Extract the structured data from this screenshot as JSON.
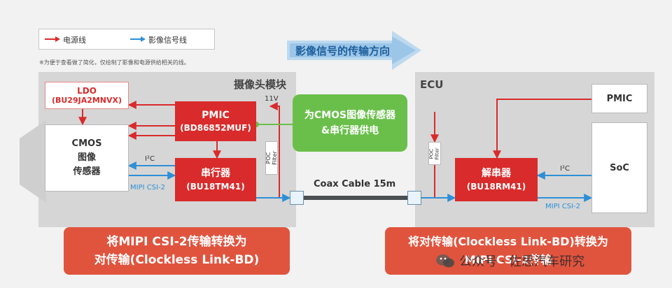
{
  "legend": {
    "power_line": "电源线",
    "video_line": "影像信号线",
    "note": "※为便于查看做了简化，仅绘制了影像和电源供给相关的线。"
  },
  "direction_label": "影像信号的传输方向",
  "camera_module": {
    "title": "摄像头模块",
    "ldo": {
      "name": "LDO",
      "part": "(BU29JA2MNVX)"
    },
    "cmos": {
      "line1": "CMOS",
      "line2": "图像",
      "line3": "传感器"
    },
    "pmic": {
      "name": "PMIC",
      "part": "(BD86852MUF)"
    },
    "serializer": {
      "name": "串行器",
      "part": "(BU18TM41)"
    },
    "voltage": "11V",
    "i2c": "I²C",
    "mipi": "MIPI CSI-2",
    "poc_filter": {
      "line1": "POC",
      "line2": "Filter"
    }
  },
  "callout_power": {
    "line1": "为CMOS图像传感器",
    "line2": "&串行器供电"
  },
  "coax_label": "Coax Cable 15m",
  "ecu": {
    "title": "ECU",
    "pmic": "PMIC",
    "soc": "SoC",
    "deserializer": {
      "name": "解串器",
      "part": "(BU18RM41)"
    },
    "i2c": "I²C",
    "mipi": "MIPI CSI-2",
    "poc_filter": {
      "line1": "POC",
      "line2": "Filter"
    }
  },
  "banner_left": {
    "line1": "将MIPI CSI-2传输转换为",
    "line2": "对传输(Clockless Link-BD)"
  },
  "banner_right": {
    "line1": "将对传输(Clockless Link-BD)转换为",
    "line2": "MIPI CSI-2传输"
  },
  "watermark": "公众号 · 佐思汽车研究",
  "colors": {
    "power": "#d92b2b",
    "video": "#2e8fd6",
    "green": "#6abf4b",
    "banner": "#e0543e"
  }
}
